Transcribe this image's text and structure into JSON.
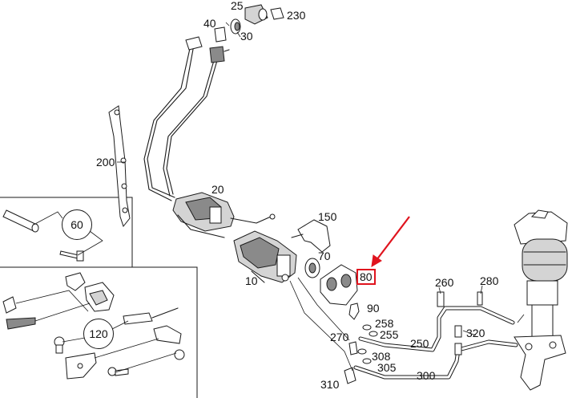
{
  "labels": {
    "p25": "25",
    "p230": "230",
    "p40": "40",
    "p30": "30",
    "p200": "200",
    "p20": "20",
    "p150": "150",
    "p70": "70",
    "p10": "10",
    "p80": "80",
    "p90": "90",
    "p258": "258",
    "p255": "255",
    "p270": "270",
    "p250": "250",
    "p308": "308",
    "p305": "305",
    "p300": "300",
    "p310": "310",
    "p260": "260",
    "p280": "280",
    "p320": "320",
    "p60": "60",
    "p120": "120"
  },
  "highlighted_part": "80",
  "colors": {
    "highlight": "#e0141e",
    "line": "#1a1a1a"
  }
}
